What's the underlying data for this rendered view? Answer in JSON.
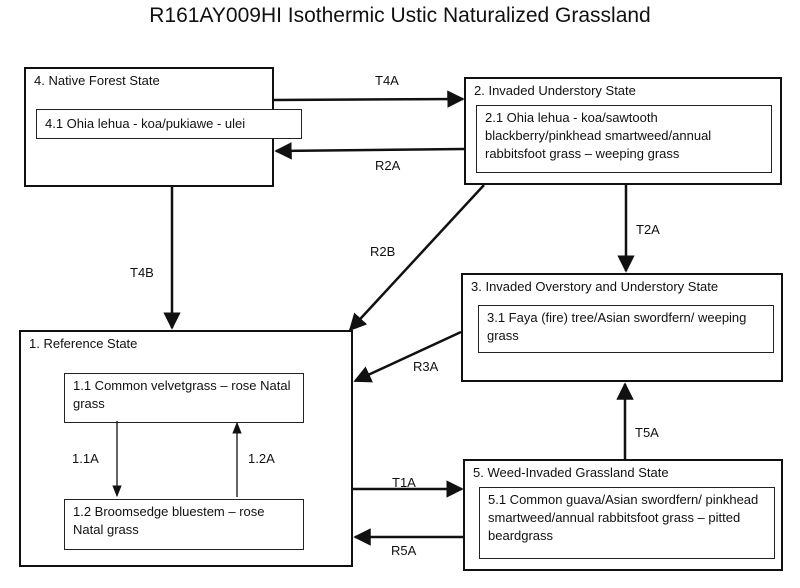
{
  "title": "R161AY009HI Isothermic Ustic Naturalized Grassland",
  "states": {
    "native_forest": {
      "title": "4. Native Forest State",
      "phases": [
        "4.1 Ohia lehua - koa/pukiawe - ulei"
      ]
    },
    "invaded_understory": {
      "title": "2. Invaded Understory State",
      "phases": [
        "2.1 Ohia lehua - koa/sawtooth blackberry/pinkhead smartweed/annual rabbitsfoot grass – weeping grass"
      ]
    },
    "invaded_overstory_understory": {
      "title": "3. Invaded Overstory and Understory State",
      "phases": [
        "3.1 Faya (fire) tree/Asian swordfern/ weeping grass"
      ]
    },
    "reference": {
      "title": "1. Reference State",
      "phases": [
        "1.1  Common velvetgrass – rose Natal grass",
        "1.2 Broomsedge bluestem – rose Natal grass"
      ]
    },
    "weed_invaded_grassland": {
      "title": "5. Weed-Invaded Grassland State",
      "phases": [
        "5.1 Common guava/Asian swordfern/ pinkhead smartweed/annual rabbitsfoot grass – pitted beardgrass"
      ]
    }
  },
  "transitions": {
    "t4a": "T4A",
    "r2a": "R2A",
    "t4b": "T4B",
    "r2b": "R2B",
    "t2a": "T2A",
    "r3a": "R3A",
    "t1a": "T1A",
    "r5a": "R5A",
    "t5a": "T5A",
    "p11a": "1.1A",
    "p12a": "1.2A"
  }
}
